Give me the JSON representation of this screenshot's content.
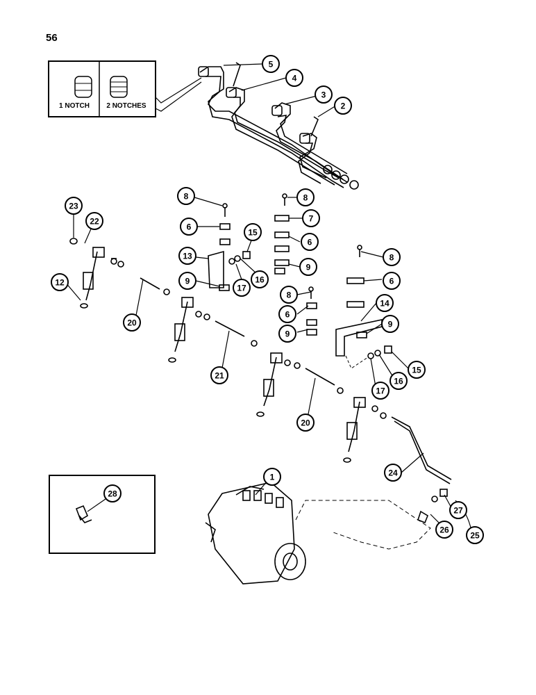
{
  "page_number": "56",
  "inset": {
    "one_notch_label": "1 NOTCH",
    "two_notches_label": "2 NOTCHES"
  },
  "callouts": [
    {
      "id": "c1",
      "text": "1"
    },
    {
      "id": "c2",
      "text": "2"
    },
    {
      "id": "c3",
      "text": "3"
    },
    {
      "id": "c4",
      "text": "4"
    },
    {
      "id": "c5",
      "text": "5"
    },
    {
      "id": "c6a",
      "text": "6"
    },
    {
      "id": "c6b",
      "text": "6"
    },
    {
      "id": "c6c",
      "text": "6"
    },
    {
      "id": "c6d",
      "text": "6"
    },
    {
      "id": "c7",
      "text": "7"
    },
    {
      "id": "c8a",
      "text": "8"
    },
    {
      "id": "c8b",
      "text": "8"
    },
    {
      "id": "c8c",
      "text": "8"
    },
    {
      "id": "c8d",
      "text": "8"
    },
    {
      "id": "c9a",
      "text": "9"
    },
    {
      "id": "c9b",
      "text": "9"
    },
    {
      "id": "c9c",
      "text": "9"
    },
    {
      "id": "c9d",
      "text": "9"
    },
    {
      "id": "c12",
      "text": "12"
    },
    {
      "id": "c13",
      "text": "13"
    },
    {
      "id": "c14",
      "text": "14"
    },
    {
      "id": "c15a",
      "text": "15"
    },
    {
      "id": "c15b",
      "text": "15"
    },
    {
      "id": "c16a",
      "text": "16"
    },
    {
      "id": "c16b",
      "text": "16"
    },
    {
      "id": "c17a",
      "text": "17"
    },
    {
      "id": "c17b",
      "text": "17"
    },
    {
      "id": "c20a",
      "text": "20"
    },
    {
      "id": "c20b",
      "text": "20"
    },
    {
      "id": "c21",
      "text": "21"
    },
    {
      "id": "c22",
      "text": "22"
    },
    {
      "id": "c23",
      "text": "23"
    },
    {
      "id": "c24",
      "text": "24"
    },
    {
      "id": "c25",
      "text": "25"
    },
    {
      "id": "c26",
      "text": "26"
    },
    {
      "id": "c27",
      "text": "27"
    },
    {
      "id": "c28",
      "text": "28"
    }
  ]
}
